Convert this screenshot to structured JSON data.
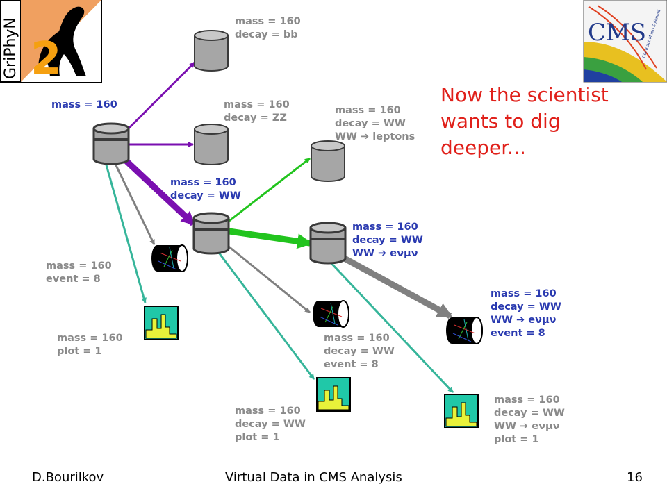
{
  "slide": {
    "headline": "Now the scientist\nwants to dig\ndeeper...",
    "footer_left": "D.Bourilkov",
    "footer_center": "Virtual Data in CMS Analysis",
    "page_number": "16"
  },
  "logos": {
    "griphyn": "GriPhyN",
    "cms": "CMS",
    "cms_subtitle": "Compact Muon Solenoid"
  },
  "colors": {
    "derive_main": "#7a0fb0",
    "derive_ww": "#22c41e",
    "to_event": "#808080",
    "to_plot": "#36b59a",
    "highlight_label": "#2a3ab0",
    "plain_label": "#8a8a8a",
    "headline": "#e0201a"
  },
  "labels": {
    "root": "mass = 160",
    "bb": "mass = 160\ndecay = bb",
    "zz": "mass = 160\ndecay = ZZ",
    "ww": "mass = 160\ndecay = WW",
    "leptons": "mass = 160\ndecay = WW\nWW ➔ leptons",
    "enu": "mass = 160\ndecay = WW\nWW ➔ eνμν",
    "event_root": "mass = 160\nevent = 8",
    "plot_root": "mass = 160\nplot = 1",
    "event_ww": "mass = 160\ndecay = WW\nevent = 8",
    "plot_ww": "mass = 160\ndecay = WW\nplot = 1",
    "event_enu": "mass = 160\ndecay = WW\nWW ➔ eνμν\nevent = 8",
    "plot_enu": "mass = 160\ndecay = WW\nWW ➔ eνμν\nplot = 1"
  }
}
